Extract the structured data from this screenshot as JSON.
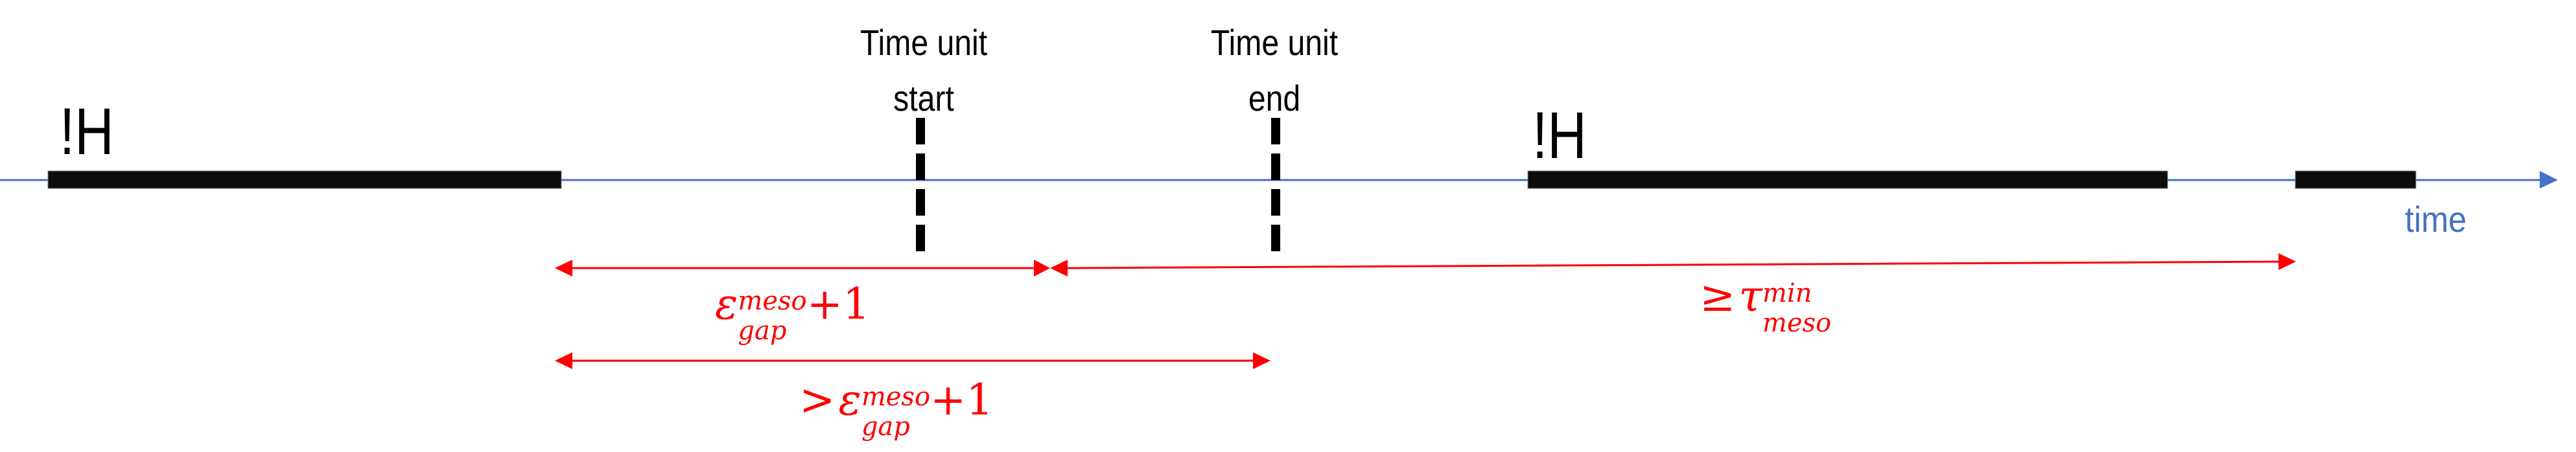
{
  "diagram": {
    "axis": {
      "label": "time",
      "color": "#4472C4"
    },
    "markers": [
      {
        "id": "time-unit-start",
        "line1": "Time unit",
        "line2": "start"
      },
      {
        "id": "time-unit-end",
        "line1": "Time unit",
        "line2": "end"
      }
    ],
    "segments": [
      {
        "id": "h-segment-1",
        "label": "!H"
      },
      {
        "id": "h-segment-2",
        "label": "!H"
      },
      {
        "id": "h-segment-3",
        "label": ""
      }
    ],
    "annotations": {
      "gap_arrow": {
        "symbol": "ε",
        "superscript": "meso",
        "subscript": "gap",
        "suffix": "+1"
      },
      "tau_arrow": {
        "relation": "≥",
        "symbol": "τ",
        "superscript": "min",
        "subscript": "meso"
      },
      "long_gap_arrow": {
        "relation": ">",
        "symbol": "ε",
        "superscript": "meso",
        "subscript": "gap",
        "suffix": "+1"
      }
    },
    "colors": {
      "annotation": "#FF0000",
      "segment": "#0D0D0D",
      "axis": "#4472C4",
      "text": "#000000"
    }
  }
}
